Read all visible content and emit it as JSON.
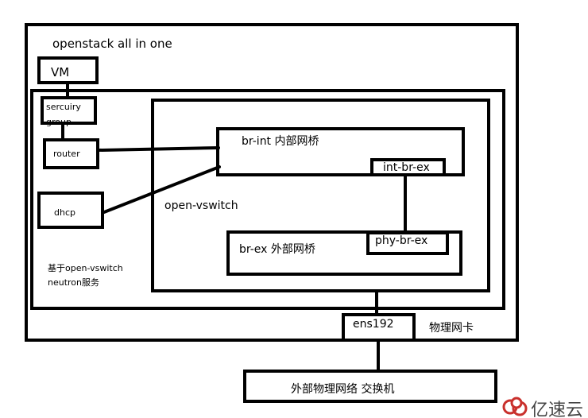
{
  "labels": {
    "outer_title": "openstack all in one",
    "vm": "VM",
    "security_group": "sercuiry group",
    "router": "router",
    "dhcp": "dhcp",
    "neutron_line1": "基于open-vswitch",
    "neutron_line2": "neutron服务",
    "ovs": "open-vswitch",
    "br_int": "br-int 内部网桥",
    "int_br_ex": "int-br-ex",
    "br_ex": "br-ex 外部网桥",
    "phy_br_ex": "phy-br-ex",
    "ens192": "ens192",
    "nic": "物理网卡",
    "switch": "外部物理网络 交换机"
  },
  "watermark": {
    "text": "亿速云",
    "color": "#c9302c"
  }
}
